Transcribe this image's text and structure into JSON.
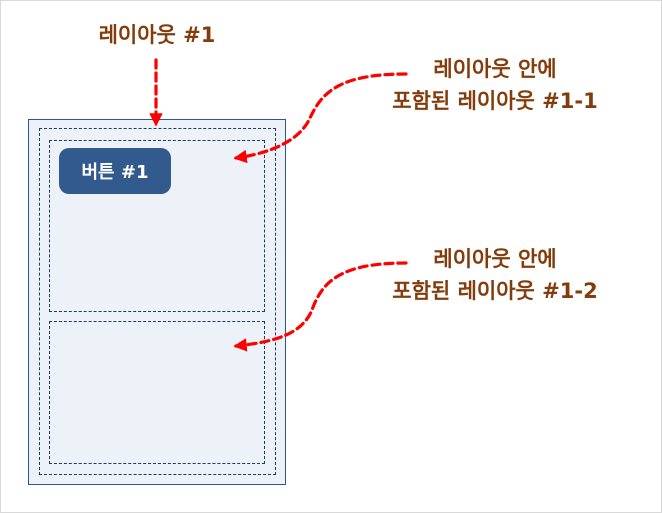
{
  "labels": {
    "main": "레이아웃 #1",
    "sub1_line1": "레이아웃 안에",
    "sub1_line2": "포함된 레이아웃 #1-1",
    "sub2_line1": "레이아웃 안에",
    "sub2_line2": "포함된 레이아웃 #1-2"
  },
  "button": {
    "label": "버튼 #1"
  },
  "colors": {
    "label_text": "#843c0c",
    "arrow": "#ff0000",
    "layout_fill": "#edf2f9",
    "layout_border": "#2f5597",
    "dashed_border": "#203864",
    "button_fill": "#335a8c",
    "button_text": "#ffffff"
  }
}
